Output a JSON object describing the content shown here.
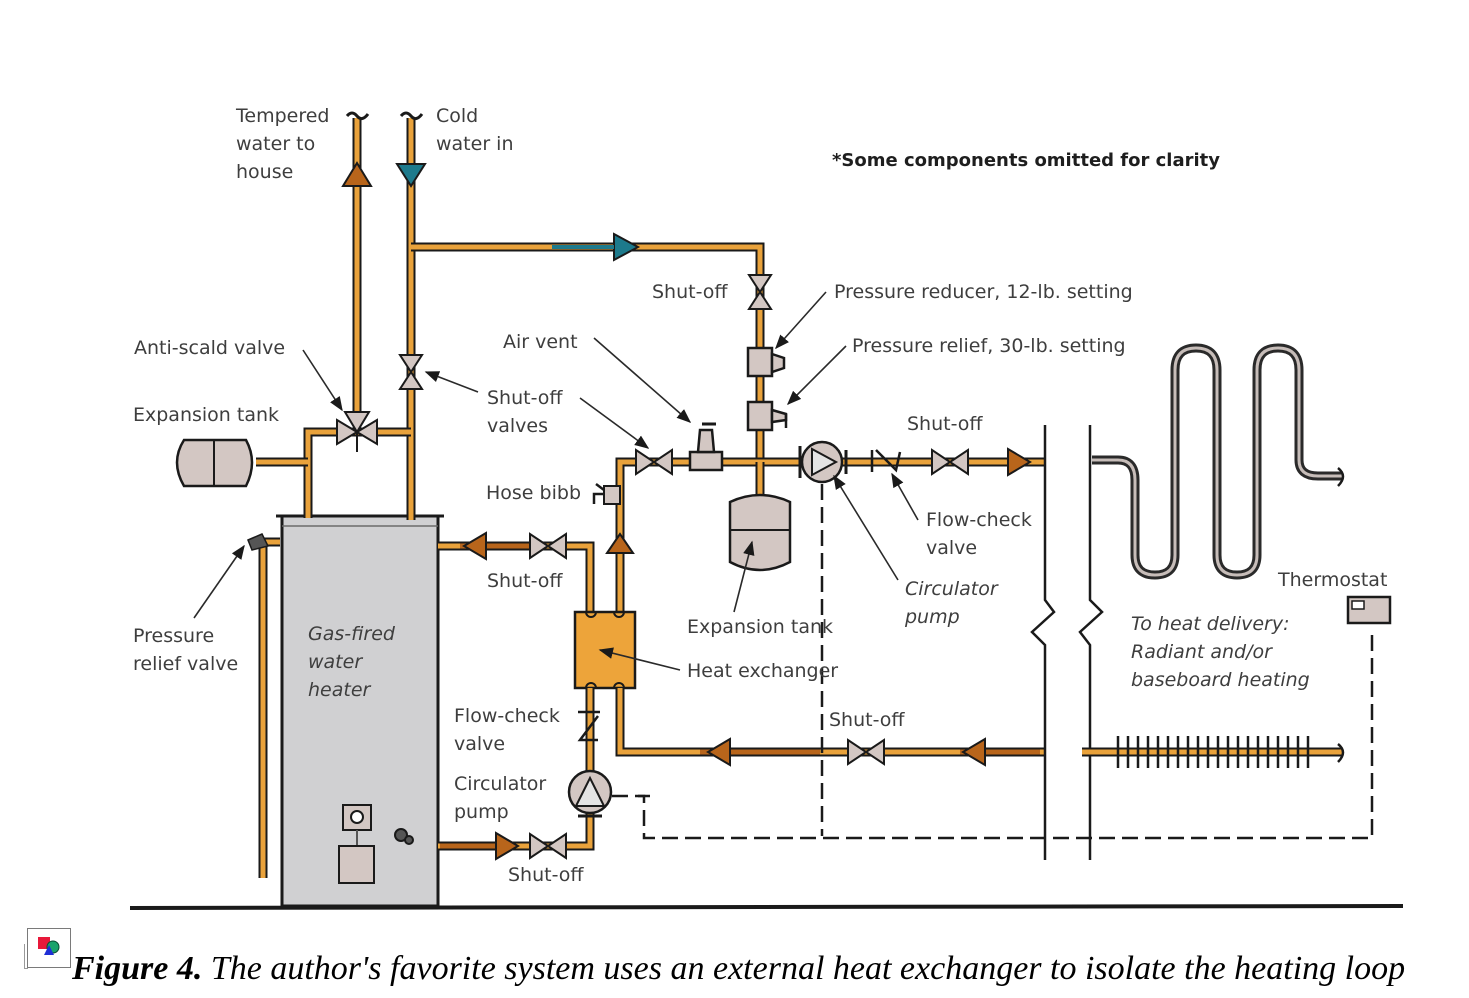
{
  "figure": {
    "note": "*Some components omitted for clarity",
    "labels": {
      "tempered_water": [
        "Tempered",
        "water to",
        "house"
      ],
      "cold_water": [
        "Cold",
        "water in"
      ],
      "shutoff_top": "Shut-off",
      "pressure_reducer": "Pressure reducer, 12-lb. setting",
      "pressure_relief_30": "Pressure relief, 30-lb. setting",
      "anti_scald": "Anti-scald valve",
      "air_vent": "Air vent",
      "shutoff_valves": [
        "Shut-off",
        "valves"
      ],
      "expansion_tank_left": "Expansion tank",
      "shutoff_right": "Shut-off",
      "hose_bibb": "Hose bibb",
      "flow_check_right": [
        "Flow-check",
        "valve"
      ],
      "shutoff_heater_out": "Shut-off",
      "circulator_right": [
        "Circulator",
        "pump"
      ],
      "expansion_tank_center": "Expansion tank",
      "heat_exchanger": "Heat exchanger",
      "pressure_relief_valve": [
        "Pressure",
        "relief valve"
      ],
      "water_heater": [
        "Gas-fired",
        "water",
        "heater"
      ],
      "flow_check_left": [
        "Flow-check",
        "valve"
      ],
      "circulator_left": [
        "Circulator",
        "pump"
      ],
      "shutoff_bottom": "Shut-off",
      "shutoff_return": "Shut-off",
      "thermostat": "Thermostat",
      "heat_delivery": [
        "To heat delivery:",
        "Radiant and/or",
        "baseboard heating"
      ]
    },
    "colors": {
      "pipe": "#e9a23b",
      "hot_flow": "#b8651b",
      "cold_flow": "#1d7a8c",
      "heater_body": "#d0d0d2",
      "component_fill": "#d3c7c3",
      "heat_exchanger": "#eda43a"
    }
  },
  "caption": {
    "figure_number": "Figure 4.",
    "text": " The author's favorite system uses an external heat exchanger to isolate the heating loop"
  },
  "broken_image_icon": "image-placeholder-icon"
}
